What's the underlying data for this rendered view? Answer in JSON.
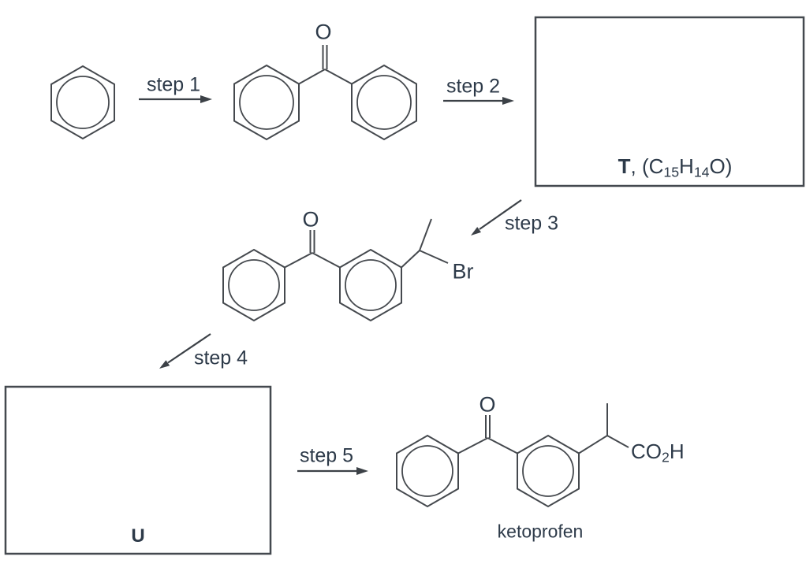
{
  "scheme": {
    "steps": [
      {
        "label": "step 1"
      },
      {
        "label": "step 2"
      },
      {
        "label": "step 3"
      },
      {
        "label": "step 4"
      },
      {
        "label": "step 5"
      }
    ],
    "box_t": {
      "compound_letter": "T",
      "formula_open": ", (C",
      "carbon_count": "15",
      "hydrogen_symbol": "H",
      "hydrogen_count": "14",
      "formula_close": "O)"
    },
    "box_u": {
      "compound_letter": "U"
    },
    "atom_labels": {
      "benzophenone_carbonyl_oxygen": "O",
      "intermediate_carbonyl_oxygen": "O",
      "intermediate_bromine": "Br",
      "ketoprofen_carbonyl_oxygen": "O",
      "acid_group_co": "CO",
      "acid_group_subscript": "2",
      "acid_group_h": "H"
    },
    "product_name": "ketoprofen",
    "colors": {
      "bond_line": "#45494e",
      "arrow": "#3c4147",
      "text": "#2d3a49"
    }
  }
}
